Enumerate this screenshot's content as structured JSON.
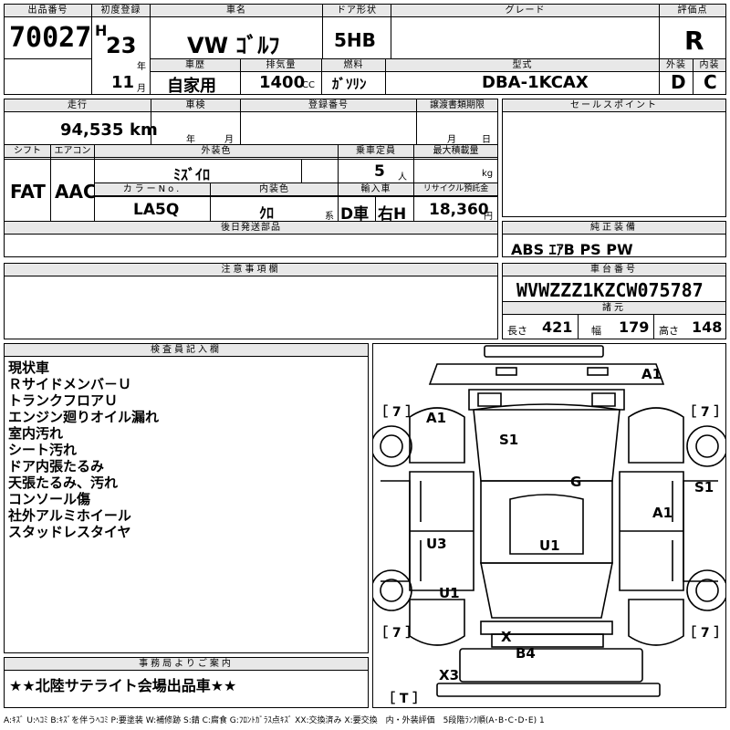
{
  "headers": {
    "lot": "出品番号",
    "first_reg": "初度登録",
    "car_name": "車名",
    "door": "ドア形状",
    "grade": "グレード",
    "score": "評価点",
    "history": "車歴",
    "displacement": "排気量",
    "fuel": "燃料",
    "model_code": "型式",
    "exterior": "外装",
    "interior": "内装",
    "mileage": "走行",
    "inspection": "車検",
    "reg_no": "登録番号",
    "transfer": "譲渡書類期限",
    "sales_point": "セールスポイント",
    "shift": "シフト",
    "aircon": "エアコン",
    "ext_color": "外装色",
    "capacity": "乗車定員",
    "max_load": "最大積載量",
    "color_no": "カラーNo.",
    "int_color": "内装色",
    "import": "輸入車",
    "recycle": "リサイクル預託金",
    "later_parts": "後日発送部品",
    "equipment": "純正装備",
    "notes": "注意事項欄",
    "chassis": "車台番号",
    "dims": "諸元",
    "inspector": "検査員記入欄",
    "office": "事務局よりご案内"
  },
  "vehicle": {
    "lot_no": "70027",
    "era_mark": "H",
    "year": "23",
    "year_unit": "年",
    "month": "11",
    "month_unit": "月",
    "name": "VW ｺﾞﾙﾌ",
    "door_type": "5HB",
    "grade": "",
    "score": "R",
    "history": "自家用",
    "displacement": "1400",
    "cc": "CC",
    "fuel": "ｶﾞｿﾘﾝ",
    "model_code": "DBA-1KCAX",
    "exterior_grade": "D",
    "interior_grade": "C",
    "mileage": "94,535",
    "km": "km",
    "insp_year_unit": "年",
    "insp_month_unit": "月",
    "transfer_month_unit": "月",
    "transfer_day_unit": "日",
    "shift": "FAT",
    "aircon": "AAC",
    "ext_color": "ﾐｽﾞｲﾛ",
    "capacity": "5",
    "capacity_unit": "人",
    "kg": "kg",
    "color_no": "LA5Q",
    "int_color": "ｸﾛ",
    "int_color_unit": "系",
    "import_type": "D車",
    "handle": "右H",
    "recycle_fee": "18,360",
    "yen": "円",
    "equipment": "ABS ｴｱB PS PW",
    "chassis_no": "WVWZZZ1KZCW075787",
    "length_label": "長さ",
    "length": "421",
    "width_label": "幅",
    "width": "179",
    "height_label": "高さ",
    "height": "148"
  },
  "inspector_notes": [
    "現状車",
    "Ｒサイドメンバ－Ｕ",
    "トランクフロアＵ",
    "エンジン廻りオイル漏れ",
    "室内汚れ",
    "シート汚れ",
    "ドア内張たるみ",
    "天張たるみ、汚れ",
    "コンソール傷",
    "社外アルミホイール",
    "スタッドレスタイヤ"
  ],
  "office_message": "★★北陸サテライト会場出品車★★",
  "diagram": {
    "codes": {
      "a1_top": "A1",
      "a1_left": "A1",
      "s1_center": "S1",
      "s1_right": "S1",
      "g": "G",
      "a1_right": "A1",
      "u3": "U3",
      "u1_center": "U1",
      "u1_left": "U1",
      "x_rear": "X",
      "b4": "B4",
      "x3": "X3"
    },
    "tires": {
      "fl": "［ 7 ］",
      "fr": "［ 7 ］",
      "rl": "［ 7 ］",
      "rr": "［ 7 ］",
      "spare": "［ T ］"
    }
  },
  "legend": "A:ｷｽﾞ U:ﾍｺﾐ B:ｷｽﾞを伴うﾍｺﾐ P:要塗装 W:補修跡 S:錆 C:腐食 G:ﾌﾛﾝﾄｶﾞﾗｽ点ｷｽﾞ XX:交換済み X:要交換　内・外装評価　5段階ﾗﾝｸ順(A･B･C･D･E) 1"
}
